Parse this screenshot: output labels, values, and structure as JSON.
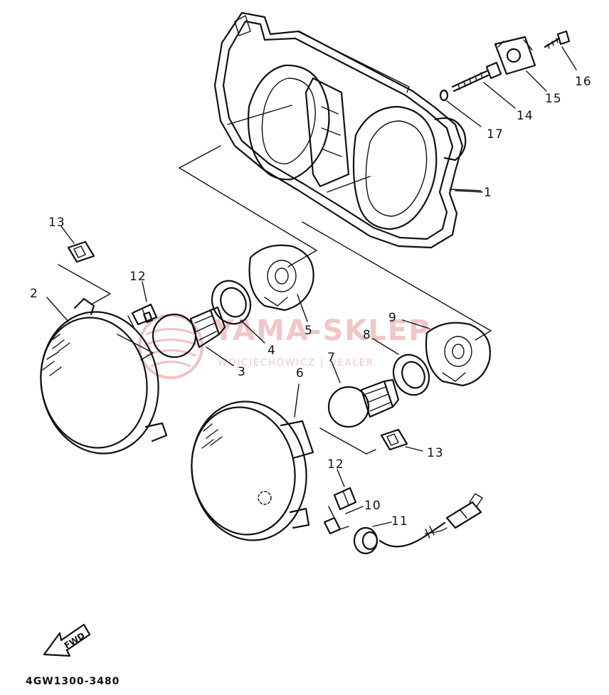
{
  "drawing_code": "4GW1300-3480",
  "watermark": {
    "brand": "YAMA-SKLEP",
    "tagline": "WOJCIECHOWICZ | DEALER"
  },
  "direction_arrow": {
    "label": "FWD",
    "icon": "fwd-arrow-icon"
  },
  "callouts": [
    "1",
    "2",
    "3",
    "4",
    "5",
    "6",
    "7",
    "8",
    "9",
    "10",
    "11",
    "12",
    "12",
    "13",
    "13",
    "14",
    "15",
    "16",
    "17"
  ],
  "colors": {
    "ink": "#111111",
    "watermark": "#e8a8a8",
    "background": "#ffffff"
  }
}
